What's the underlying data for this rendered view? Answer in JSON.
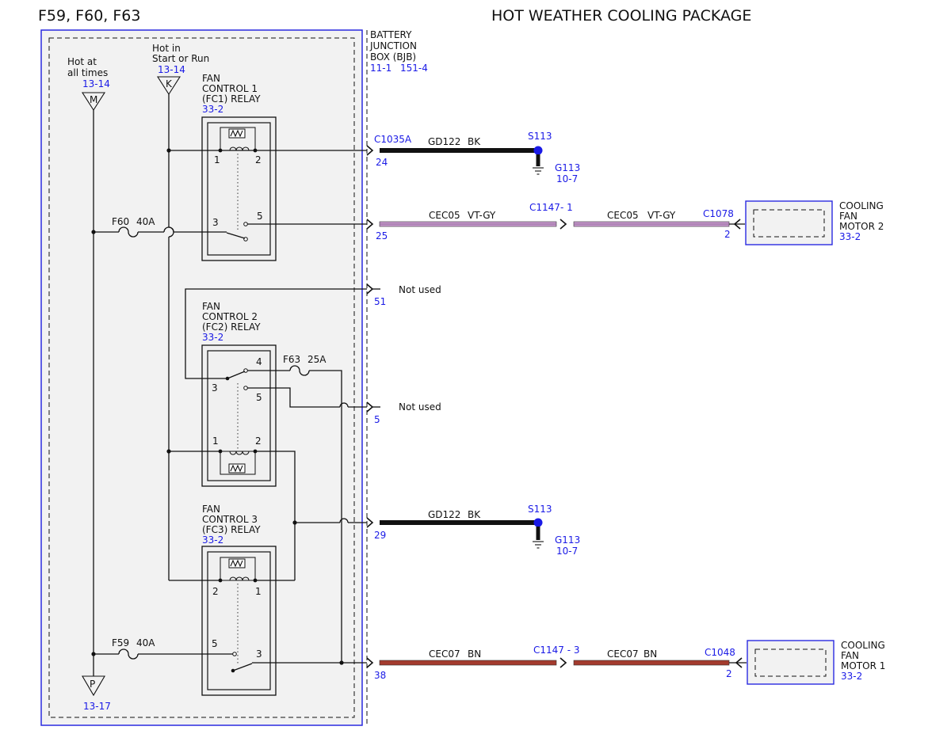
{
  "header": {
    "fuses_title": "F59, F60, F63",
    "package_title": "HOT WEATHER COOLING PACKAGE"
  },
  "bjb": {
    "line1": "BATTERY",
    "line2": "JUNCTION",
    "line3": "BOX (BJB)",
    "ref1": "11-1",
    "ref2": "151-4"
  },
  "power": {
    "hot_all_line1": "Hot at",
    "hot_all_line2": "all times",
    "hot_all_ref": "13-14",
    "hot_all_symbol": "M",
    "hot_run_line1": "Hot in",
    "hot_run_line2": "Start or Run",
    "hot_run_ref": "13-14",
    "hot_run_symbol": "K",
    "bottom_symbol": "P",
    "bottom_ref": "13-17"
  },
  "relays": {
    "fc1": {
      "line1": "FAN",
      "line2": "CONTROL 1",
      "line3": "(FC1) RELAY",
      "ref": "33-2",
      "p1": "1",
      "p2": "2",
      "p3": "3",
      "p5": "5"
    },
    "fc2": {
      "line1": "FAN",
      "line2": "CONTROL 2",
      "line3": "(FC2) RELAY",
      "ref": "33-2",
      "p1": "1",
      "p2": "2",
      "p3": "3",
      "p4": "4",
      "p5": "5"
    },
    "fc3": {
      "line1": "FAN",
      "line2": "CONTROL 3",
      "line3": "(FC3) RELAY",
      "ref": "33-2",
      "p1": "1",
      "p2": "2",
      "p3": "3",
      "p5": "5"
    }
  },
  "fuses": {
    "f60": {
      "name": "F60",
      "rating": "40A"
    },
    "f63": {
      "name": "F63",
      "rating": "25A"
    },
    "f59": {
      "name": "F59",
      "rating": "40A"
    }
  },
  "pins": {
    "p24": "24",
    "p25": "25",
    "p51": "51",
    "p5": "5",
    "p29": "29",
    "p38": "38"
  },
  "circuits": {
    "c1035a": "C1035A",
    "row1": {
      "circuit": "GD122",
      "color": "BK",
      "splice": "S113",
      "ground": "G113",
      "ground_ref": "10-7"
    },
    "row2": {
      "circuit_a": "CEC05",
      "color_a": "VT-GY",
      "conn": "C1147",
      "conn_pin": "- 1",
      "circuit_b": "CEC05",
      "color_b": "VT-GY",
      "conn_end": "C1078",
      "conn_end_pin": "2"
    },
    "not_used_1": "Not used",
    "not_used_2": "Not used",
    "row4": {
      "circuit": "GD122",
      "color": "BK",
      "splice": "S113",
      "ground": "G113",
      "ground_ref": "10-7"
    },
    "row5": {
      "circuit_a": "CEC07",
      "color_a": "BN",
      "conn": "C1147 - 3",
      "circuit_b": "CEC07",
      "color_b": "BN",
      "conn_end": "C1048",
      "conn_end_pin": "2"
    }
  },
  "motors": {
    "motor2": {
      "line1": "COOLING",
      "line2": "FAN",
      "line3": "MOTOR 2",
      "ref": "33-2"
    },
    "motor1": {
      "line1": "COOLING",
      "line2": "FAN",
      "line3": "MOTOR 1",
      "ref": "33-2"
    }
  },
  "colors": {
    "violet_gray": "#c99ad0",
    "brown": "#a33b2e",
    "black": "#111111",
    "ref_blue": "#1a1ae6",
    "box_fill": "#f2f2f2"
  }
}
